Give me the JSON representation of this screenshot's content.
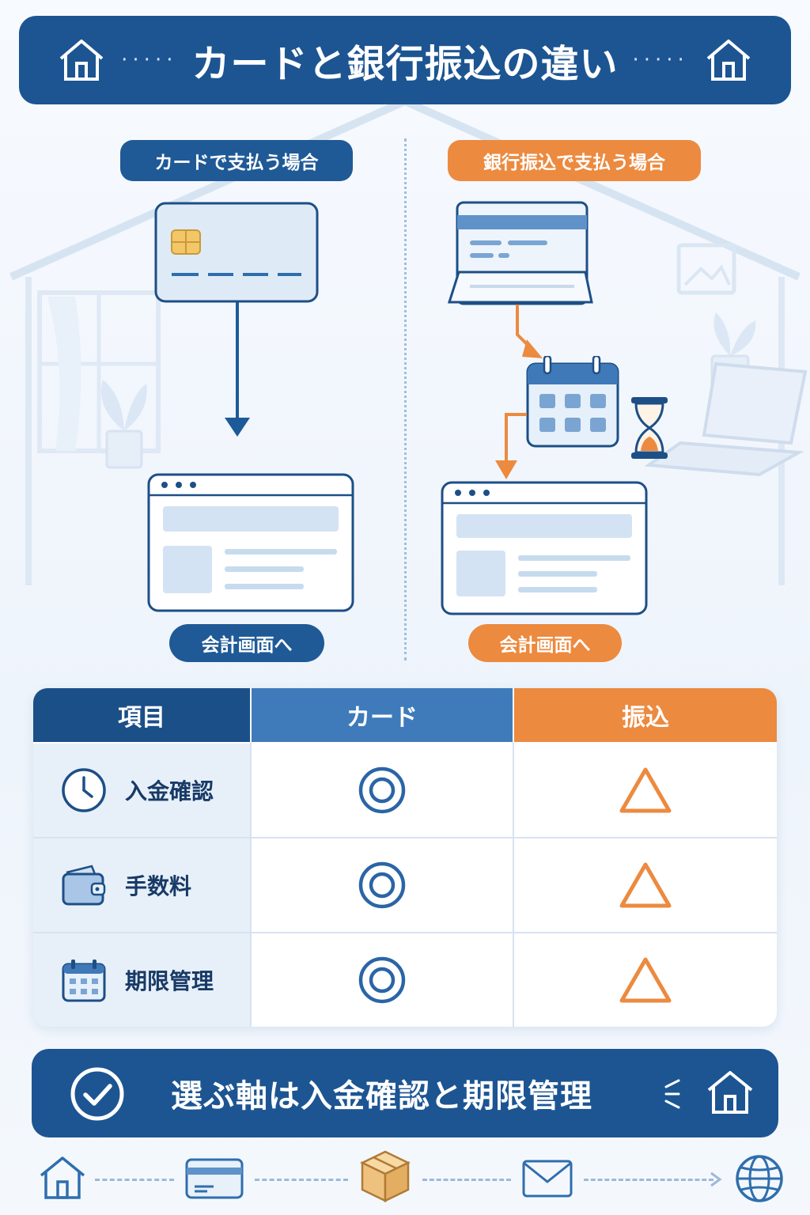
{
  "header": {
    "title": "カードと銀行振込の違い"
  },
  "left_panel": {
    "heading": "カードで支払う場合",
    "checkout_label": "会計画面へ"
  },
  "right_panel": {
    "heading": "銀行振込で支払う場合",
    "checkout_label": "会計画面へ"
  },
  "comparison_table": {
    "headers": [
      "項目",
      "カード",
      "振込"
    ],
    "rows": [
      {
        "item": "入金確認",
        "icon": "clock-icon",
        "card": "◎",
        "transfer": "△"
      },
      {
        "item": "手数料",
        "icon": "wallet-icon",
        "card": "◎",
        "transfer": "△"
      },
      {
        "item": "期限管理",
        "icon": "calendar-icon",
        "card": "◎",
        "transfer": "△"
      }
    ]
  },
  "footer": {
    "message": "選ぶ軸は入金確認と期限管理"
  },
  "bottom_flow": {
    "icons": [
      "house-icon",
      "card-icon",
      "box-icon",
      "mail-icon",
      "globe-icon"
    ]
  },
  "colors": {
    "primary_blue": "#1c5592",
    "accent_orange": "#ec8a3f",
    "light_blue": "#e7f0f9"
  }
}
